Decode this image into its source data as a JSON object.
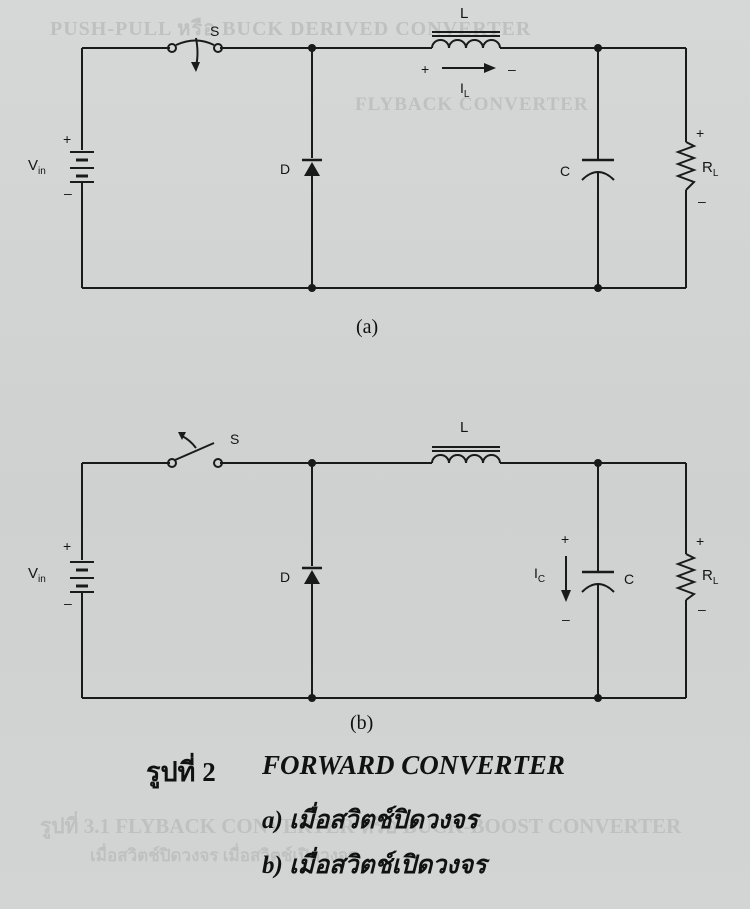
{
  "background_text": {
    "line1": "PUSH-PULL หรือ BUCK DERIVED CONVERTER",
    "line2": "FLYBACK CONVERTER",
    "line3": "รูปที่ 3.1 FLYBACK CONVERTER หรือ BUCK-BOOST CONVERTER",
    "line4": "เมื่อสวิตช์ปิดวงจร เมื่อสวิตช์เปิดวงจร"
  },
  "circuit_a": {
    "switch_label": "S",
    "inductor_label": "L",
    "current_label": "I",
    "current_sub": "L",
    "plus": "+",
    "minus": "–",
    "source_label": "V",
    "source_sub": "in",
    "diode_label": "D",
    "capacitor_label": "C",
    "load_label": "R",
    "load_sub": "L",
    "caption": "(a)"
  },
  "circuit_b": {
    "switch_label": "S",
    "inductor_label": "L",
    "current_label": "I",
    "current_sub": "C",
    "plus": "+",
    "minus": "–",
    "source_label": "V",
    "source_sub": "in",
    "diode_label": "D",
    "capacitor_label": "C",
    "load_label": "R",
    "load_sub": "L",
    "caption": "(b)"
  },
  "figure_caption": {
    "prefix": "รูปที่ 2",
    "title": "FORWARD CONVERTER",
    "item_a": "a)  เมื่อสวิตช์ปิดวงจร",
    "item_b": "b)  เมื่อสวิตช์เปิดวงจร"
  }
}
